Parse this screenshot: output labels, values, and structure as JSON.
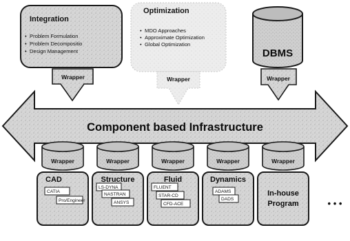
{
  "integration": {
    "title": "Integration",
    "items": [
      "Problem Formulation",
      "Problem Decompositio",
      "Design Management"
    ]
  },
  "optimization": {
    "title": "Optimization",
    "items": [
      "MDO Approaches",
      "Approximate Optimization",
      "Global Optimization"
    ]
  },
  "dbms": {
    "label": "DBMS"
  },
  "wrapper_label": "Wrapper",
  "infrastructure": {
    "label": "Component based Infrastructure"
  },
  "components": [
    {
      "title": "CAD",
      "tools": [
        "CATIA",
        "Pro/Engineer"
      ]
    },
    {
      "title": "Structure",
      "tools": [
        "LS-DYNA",
        "NASTRAN",
        "ANSYS"
      ]
    },
    {
      "title": "Fluid",
      "tools": [
        "FLUENT",
        "STAR-CD",
        "CFD-ACE"
      ]
    },
    {
      "title": "Dynamics",
      "tools": [
        "ADAMS",
        "DADS"
      ]
    },
    {
      "title": "In-house Program",
      "line1": "In-house",
      "line2": "Program",
      "tools": []
    }
  ],
  "ellipsis": "• • •",
  "colors": {
    "box_fill": "#d9d9d9",
    "dark": "#1a1a1a",
    "light_box": "#f2f2f2"
  }
}
